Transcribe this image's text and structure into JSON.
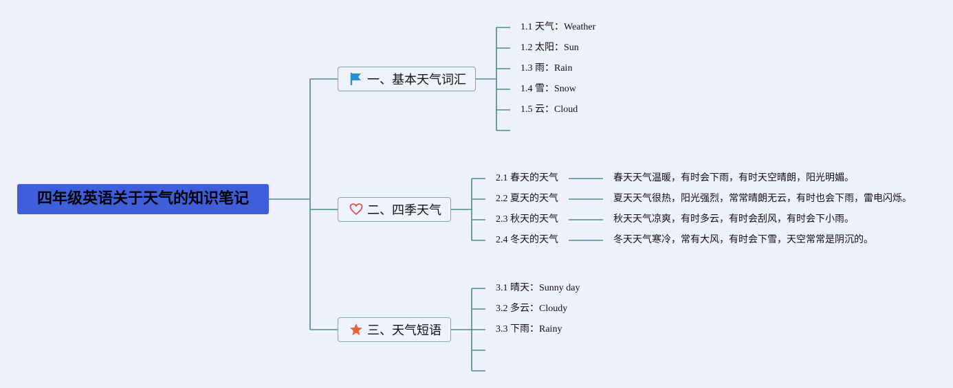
{
  "root": {
    "title": "四年级英语关于天气的知识笔记"
  },
  "branches": [
    {
      "label": "一、基本天气词汇",
      "icon": "flag-icon",
      "items": [
        "1.1 天气：Weather",
        "1.2 太阳：Sun",
        "1.3 雨：Rain",
        "1.4 雪：Snow",
        "1.5 云：Cloud",
        ""
      ]
    },
    {
      "label": "二、四季天气",
      "icon": "heart-icon",
      "items": [
        "2.1 春天的天气",
        "2.2 夏天的天气",
        "2.3 秋天的天气",
        "2.4 冬天的天气"
      ],
      "details": [
        "春天天气温暖，有时会下雨，有时天空晴朗，阳光明媚。",
        "夏天天气很热，阳光强烈，常常晴朗无云，有时也会下雨，雷电闪烁。",
        "秋天天气凉爽，有时多云，有时会刮风，有时会下小雨。",
        "冬天天气寒冷，常有大风，有时会下雪，天空常常是阴沉的。"
      ]
    },
    {
      "label": "三、天气短语",
      "icon": "star-icon",
      "items": [
        "3.1 晴天：Sunny day",
        "3.2 多云：Cloudy",
        "3.3 下雨：Rainy",
        "",
        ""
      ]
    }
  ],
  "colors": {
    "root_fill": "#3e5fd9",
    "connector": "#4a8a8a",
    "flag": "#2a8fd6",
    "heart": "#d9534f",
    "star": "#e8663d",
    "background": "#eef0fb"
  }
}
